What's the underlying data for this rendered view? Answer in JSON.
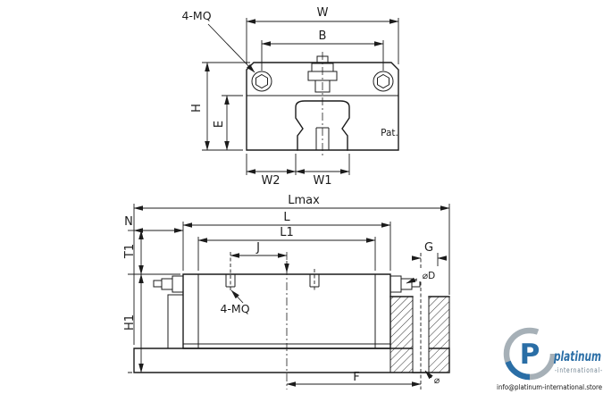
{
  "colors": {
    "line": "#1c1c1c",
    "brand_blue": "#2a6ea6",
    "brand_gray": "#a6b0b7",
    "brand_slate": "#6b7e8c"
  },
  "top_view": {
    "callout_4mq": "4-MQ",
    "dim_w": "W",
    "dim_b": "B",
    "dim_h": "H",
    "dim_e": "E",
    "dim_w2": "W2",
    "dim_w1": "W1",
    "patent_note": "Pat."
  },
  "side_view": {
    "dim_lmax": "Lmax",
    "dim_n": "N",
    "dim_l": "L",
    "dim_l1": "L1",
    "dim_j": "J",
    "dim_t1": "T1",
    "dim_h1": "H1",
    "callout_4mq": "4-MQ",
    "dim_g": "G",
    "dim_d": "⌀D",
    "dim_f": "F",
    "dia_symbol": "⌀"
  },
  "watermark": {
    "logo_letter": "P",
    "brand": "platinum",
    "subtitle": "-international-",
    "email": "info@platinum-international.store"
  }
}
